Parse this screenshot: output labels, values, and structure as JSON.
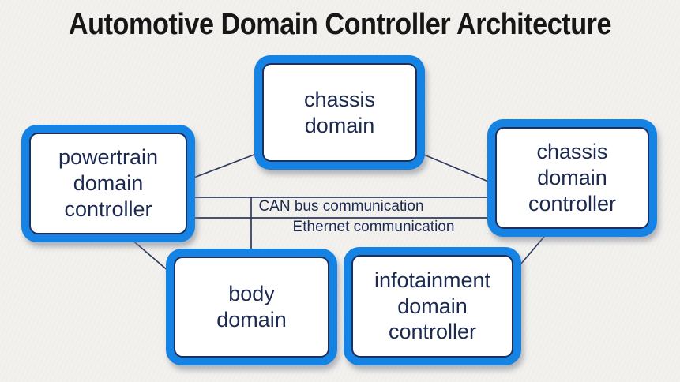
{
  "title": "Automotive Domain Controller Architecture",
  "nodes": {
    "chassis_domain": {
      "label": "chassis\ndomain"
    },
    "powertrain": {
      "label": "powertrain\ndomain\ncontroller"
    },
    "chassis_controller": {
      "label": "chassis\ndomain\ncontroller"
    },
    "body": {
      "label": "body\ndomain"
    },
    "infotainment": {
      "label": "infotainment\ndomain\ncontroller"
    }
  },
  "bus_labels": {
    "can": "CAN bus communication",
    "ethernet": "Ethernet communication"
  },
  "colors": {
    "node_border": "#1583e3",
    "node_fill": "#ffffff",
    "node_inner_border": "#1e2f5e",
    "node_text": "#1c2a52",
    "connector": "#2e3b5e",
    "title_text": "#161616",
    "background": "#f2f1ee"
  }
}
